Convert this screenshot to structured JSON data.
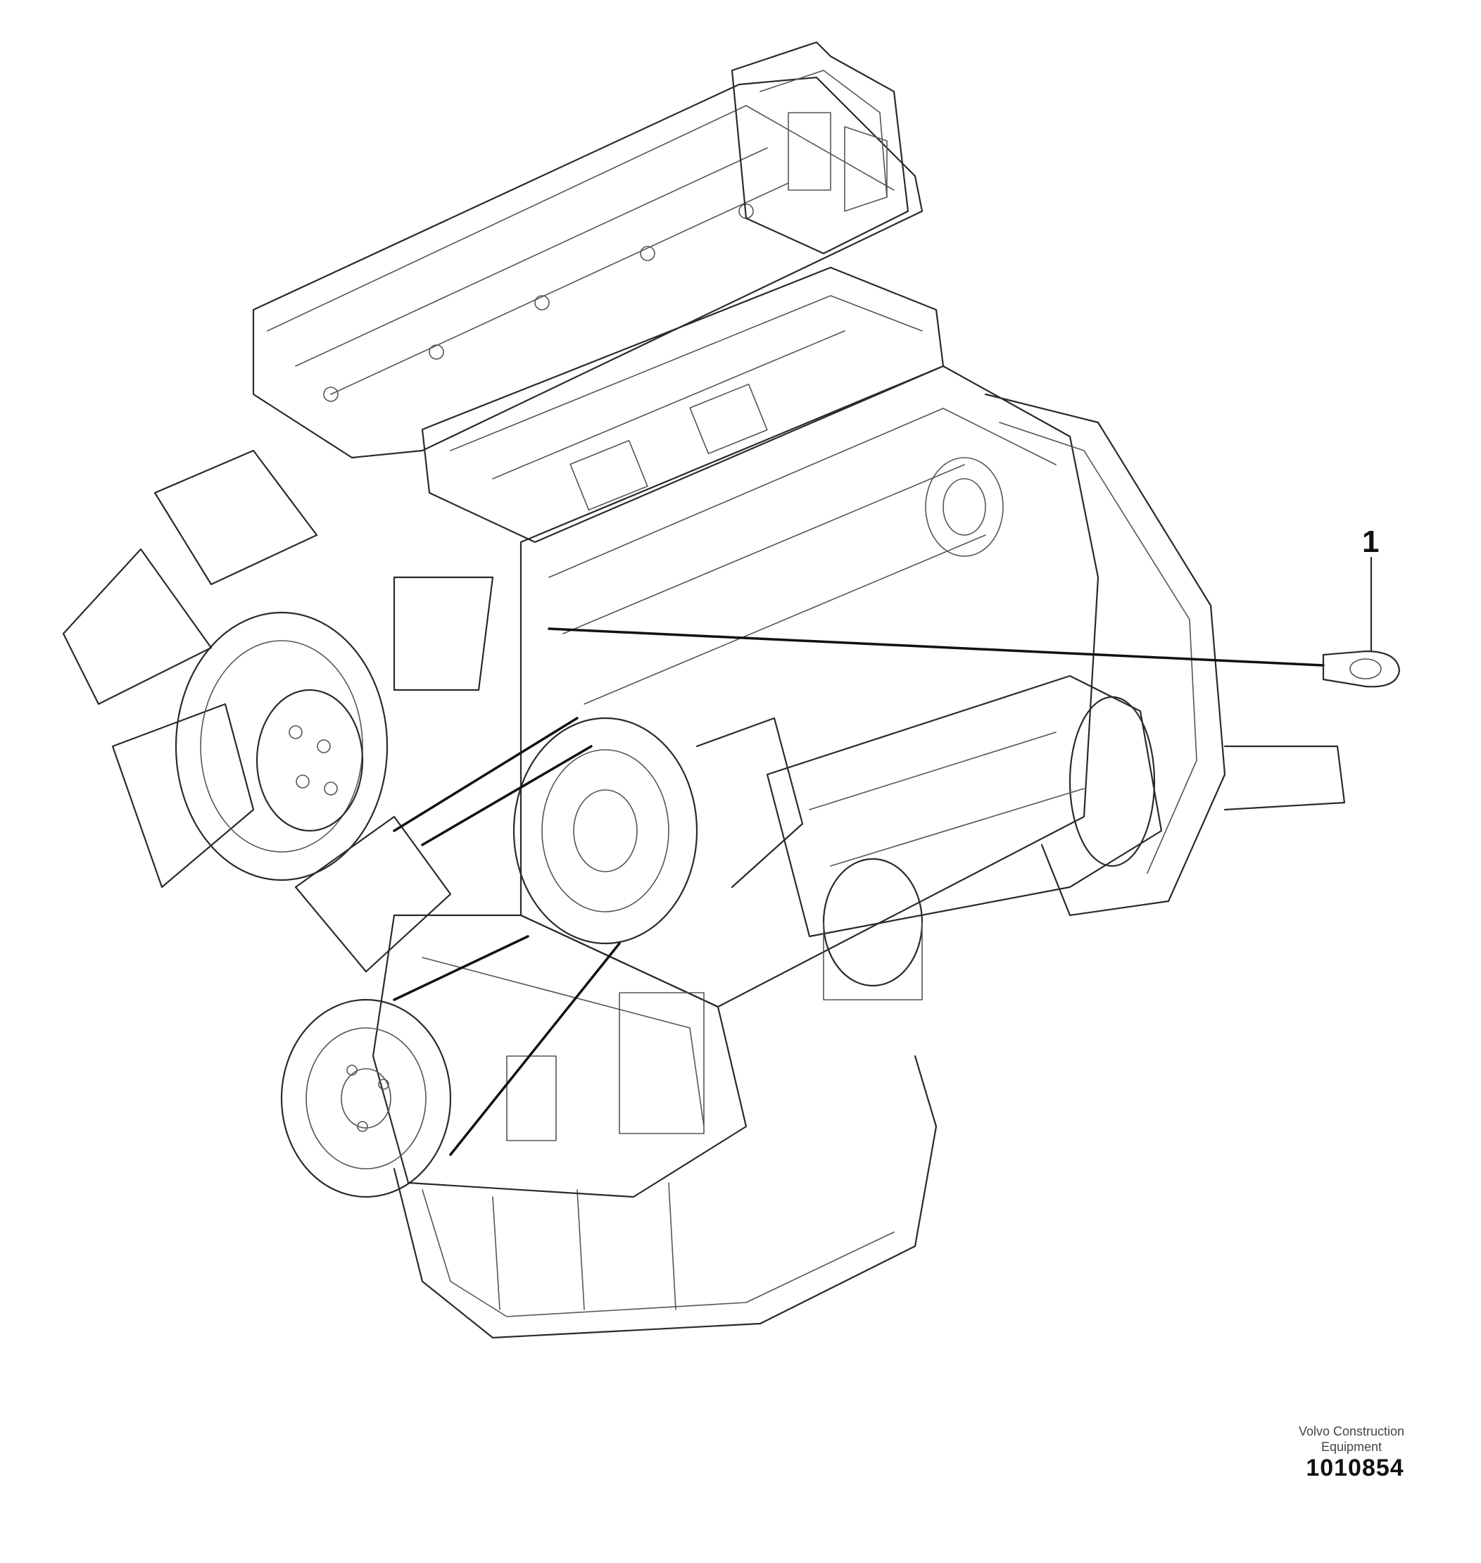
{
  "callout": {
    "label": "1"
  },
  "footer": {
    "brand_line1": "Volvo Construction",
    "brand_line2": "Equipment",
    "drawing_code": "1010854"
  }
}
